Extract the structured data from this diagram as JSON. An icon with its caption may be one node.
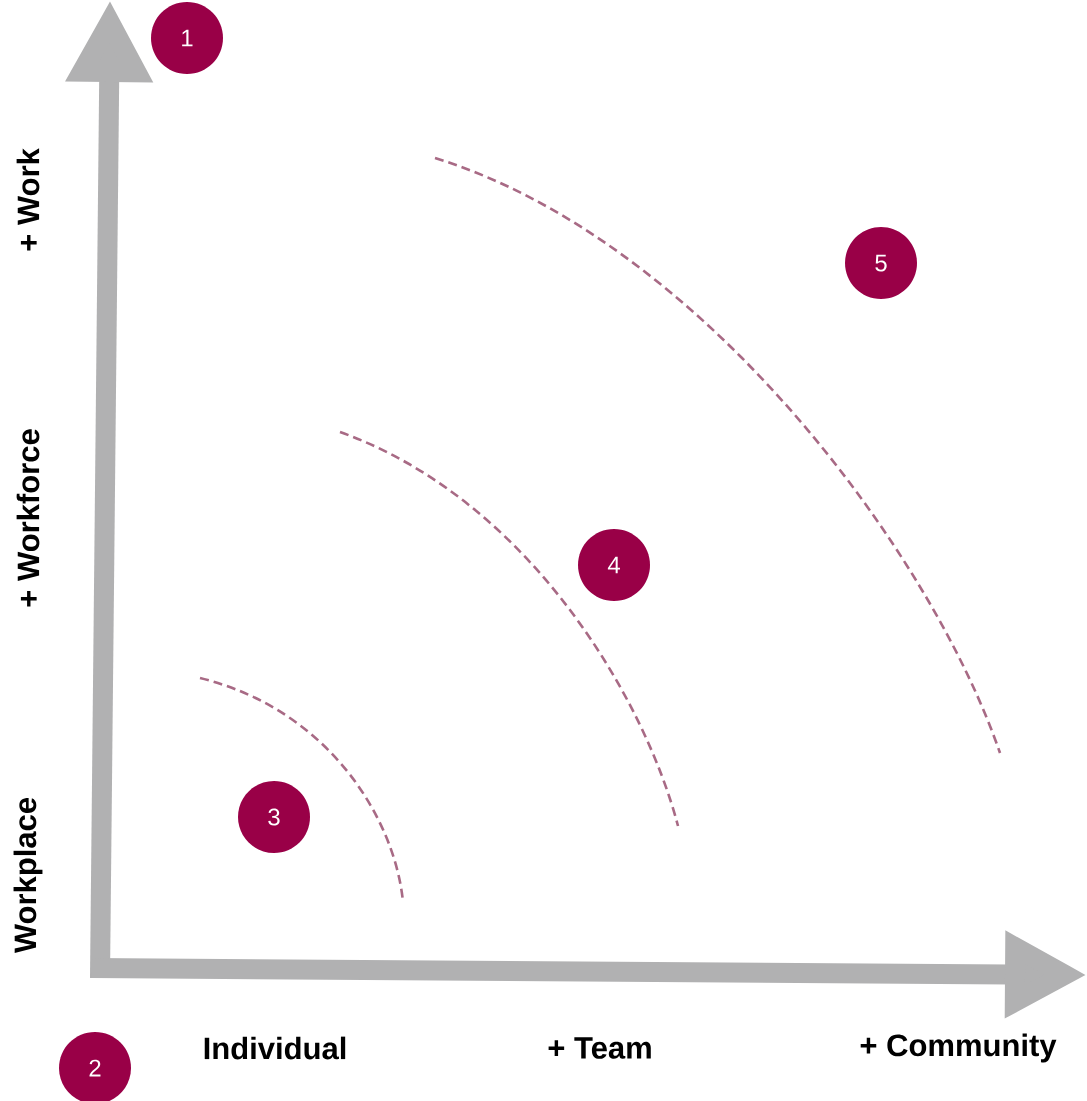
{
  "diagram": {
    "nodes": [
      {
        "text": [
          "1"
        ]
      },
      {
        "text": [
          "2"
        ]
      },
      {
        "text": [
          "3"
        ]
      },
      {
        "text": [
          "4"
        ]
      },
      {
        "text": [
          "5"
        ]
      }
    ],
    "edges": [],
    "labels": [
      "+ Work",
      "+ Workforce",
      "Workplace",
      "Individual",
      "+ Team",
      "+ Community"
    ]
  }
}
